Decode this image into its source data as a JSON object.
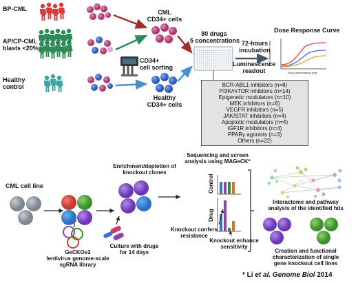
{
  "top": {
    "groups": [
      "BP-CML",
      "AP/CP-CML\nblasts <20%",
      "Healthy\ncontrol"
    ],
    "cml_cells": "CML\nCD34+ cells",
    "cell_sorting": "CD34+\ncell sorting",
    "healthy_cells": "Healthy\nCD34+ cells",
    "drugs_label": "80 drugs\n5 concentrations",
    "incubation": "72-hours\nincubation",
    "readout": "Luminescence\nreadout",
    "curve_title": "Dose Response Curve",
    "curve_ylabel": "Cell viability (% Veh)",
    "curve_xlabel": "Drug concentration (nM)",
    "colors": {
      "red": "#d83b3b",
      "green": "#2e8b57",
      "teal": "#3aa6a6",
      "purple_cell": "#c0457f",
      "blue_cell": "#3c70d0",
      "arrow_red": "#b03030",
      "arrow_green": "#2a8a5a",
      "arrow_blue": "#4a8fd0"
    }
  },
  "drug_panel": {
    "items": [
      "BCR-ABL1 inhibitors (n=8)",
      "PI3K/mTOR inhibitors (n=14)",
      "Epigenetic modulators (n=10)",
      "MEK inhibitors (n=6)",
      "VEGFR inhibitors (n=5)",
      "JAK/STAT inhibitors (n=4)",
      "Apoptotic modulators (n=4)",
      "IGF1R inhibitors (n=4)",
      "PPARγ agonists (n=3)",
      "Others (n=22)"
    ]
  },
  "bottom": {
    "cell_line": "CML cell line",
    "library": "GeCKOv2\nlentivirus genome-scale\nsgRNA library",
    "enrichment": "Enrichment/depletion of\nknockout clones",
    "culture": "Culture with drugs\nfor 14 days",
    "sequencing": "Sequencing and screen\nanalysis using MAGeCK*",
    "control": "Control",
    "drug": "Drug",
    "resistance": "Knockout confers\nresistance",
    "sensitivity": "Knockout enhance\nsensitivity",
    "interactome": "Interactome and pathway\nanalysis of the identified hits",
    "creation": "Creation and functional\ncharacterization of single\ngene knockout cell lines",
    "citation_prefix": "* Li ",
    "citation_italic": "et al. Genome Biol",
    "citation_year": " 2014"
  }
}
